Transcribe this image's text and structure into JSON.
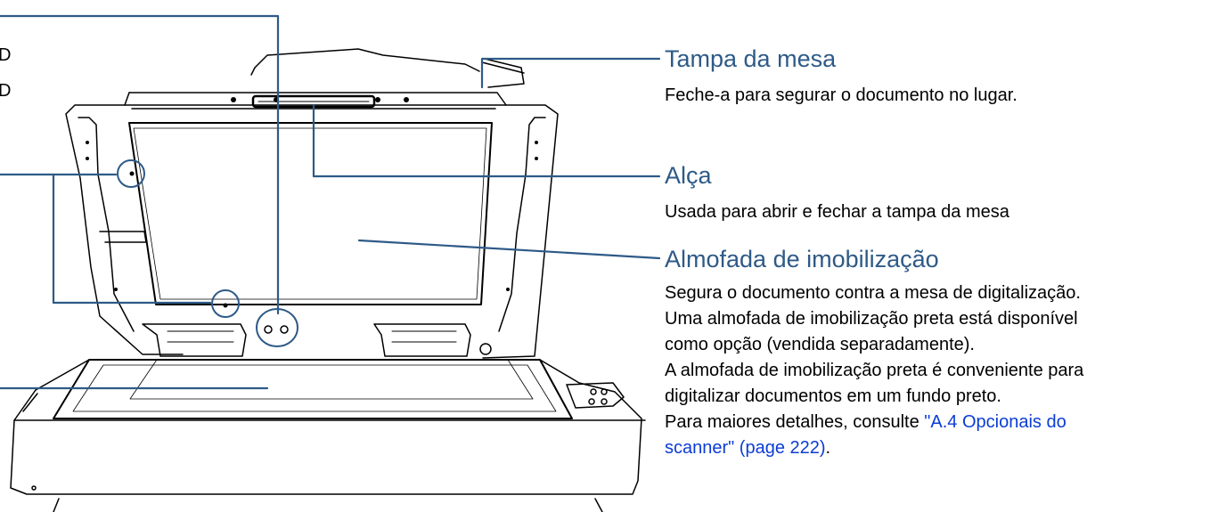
{
  "left_fragments": {
    "line1": "D",
    "line2": "D"
  },
  "callouts": {
    "document_cover": {
      "title": "Tampa da mesa",
      "description": "Feche-a para segurar o documento no lugar."
    },
    "handle": {
      "title": "Alça",
      "description": "Usada para abrir e fechar a tampa da mesa"
    },
    "pad": {
      "title": "Almofada de imobilização",
      "lines": [
        "Segura o documento contra a mesa de digitalização.",
        "Uma almofada de imobilização preta está disponível",
        "como opção (vendida separadamente).",
        "A almofada de imobilização preta é conveniente para",
        "digitalizar documentos em um fundo preto."
      ],
      "details_prefix": "Para maiores detalhes, consulte ",
      "link_line1": "\"A.4 Opcionais do",
      "link_line2": "scanner\" (page 222)",
      "suffix": "."
    }
  },
  "colors": {
    "heading": "#2e5a87",
    "leader_line": "#2e5a87",
    "link": "#0b3cd6",
    "drawing_stroke": "#000000"
  }
}
